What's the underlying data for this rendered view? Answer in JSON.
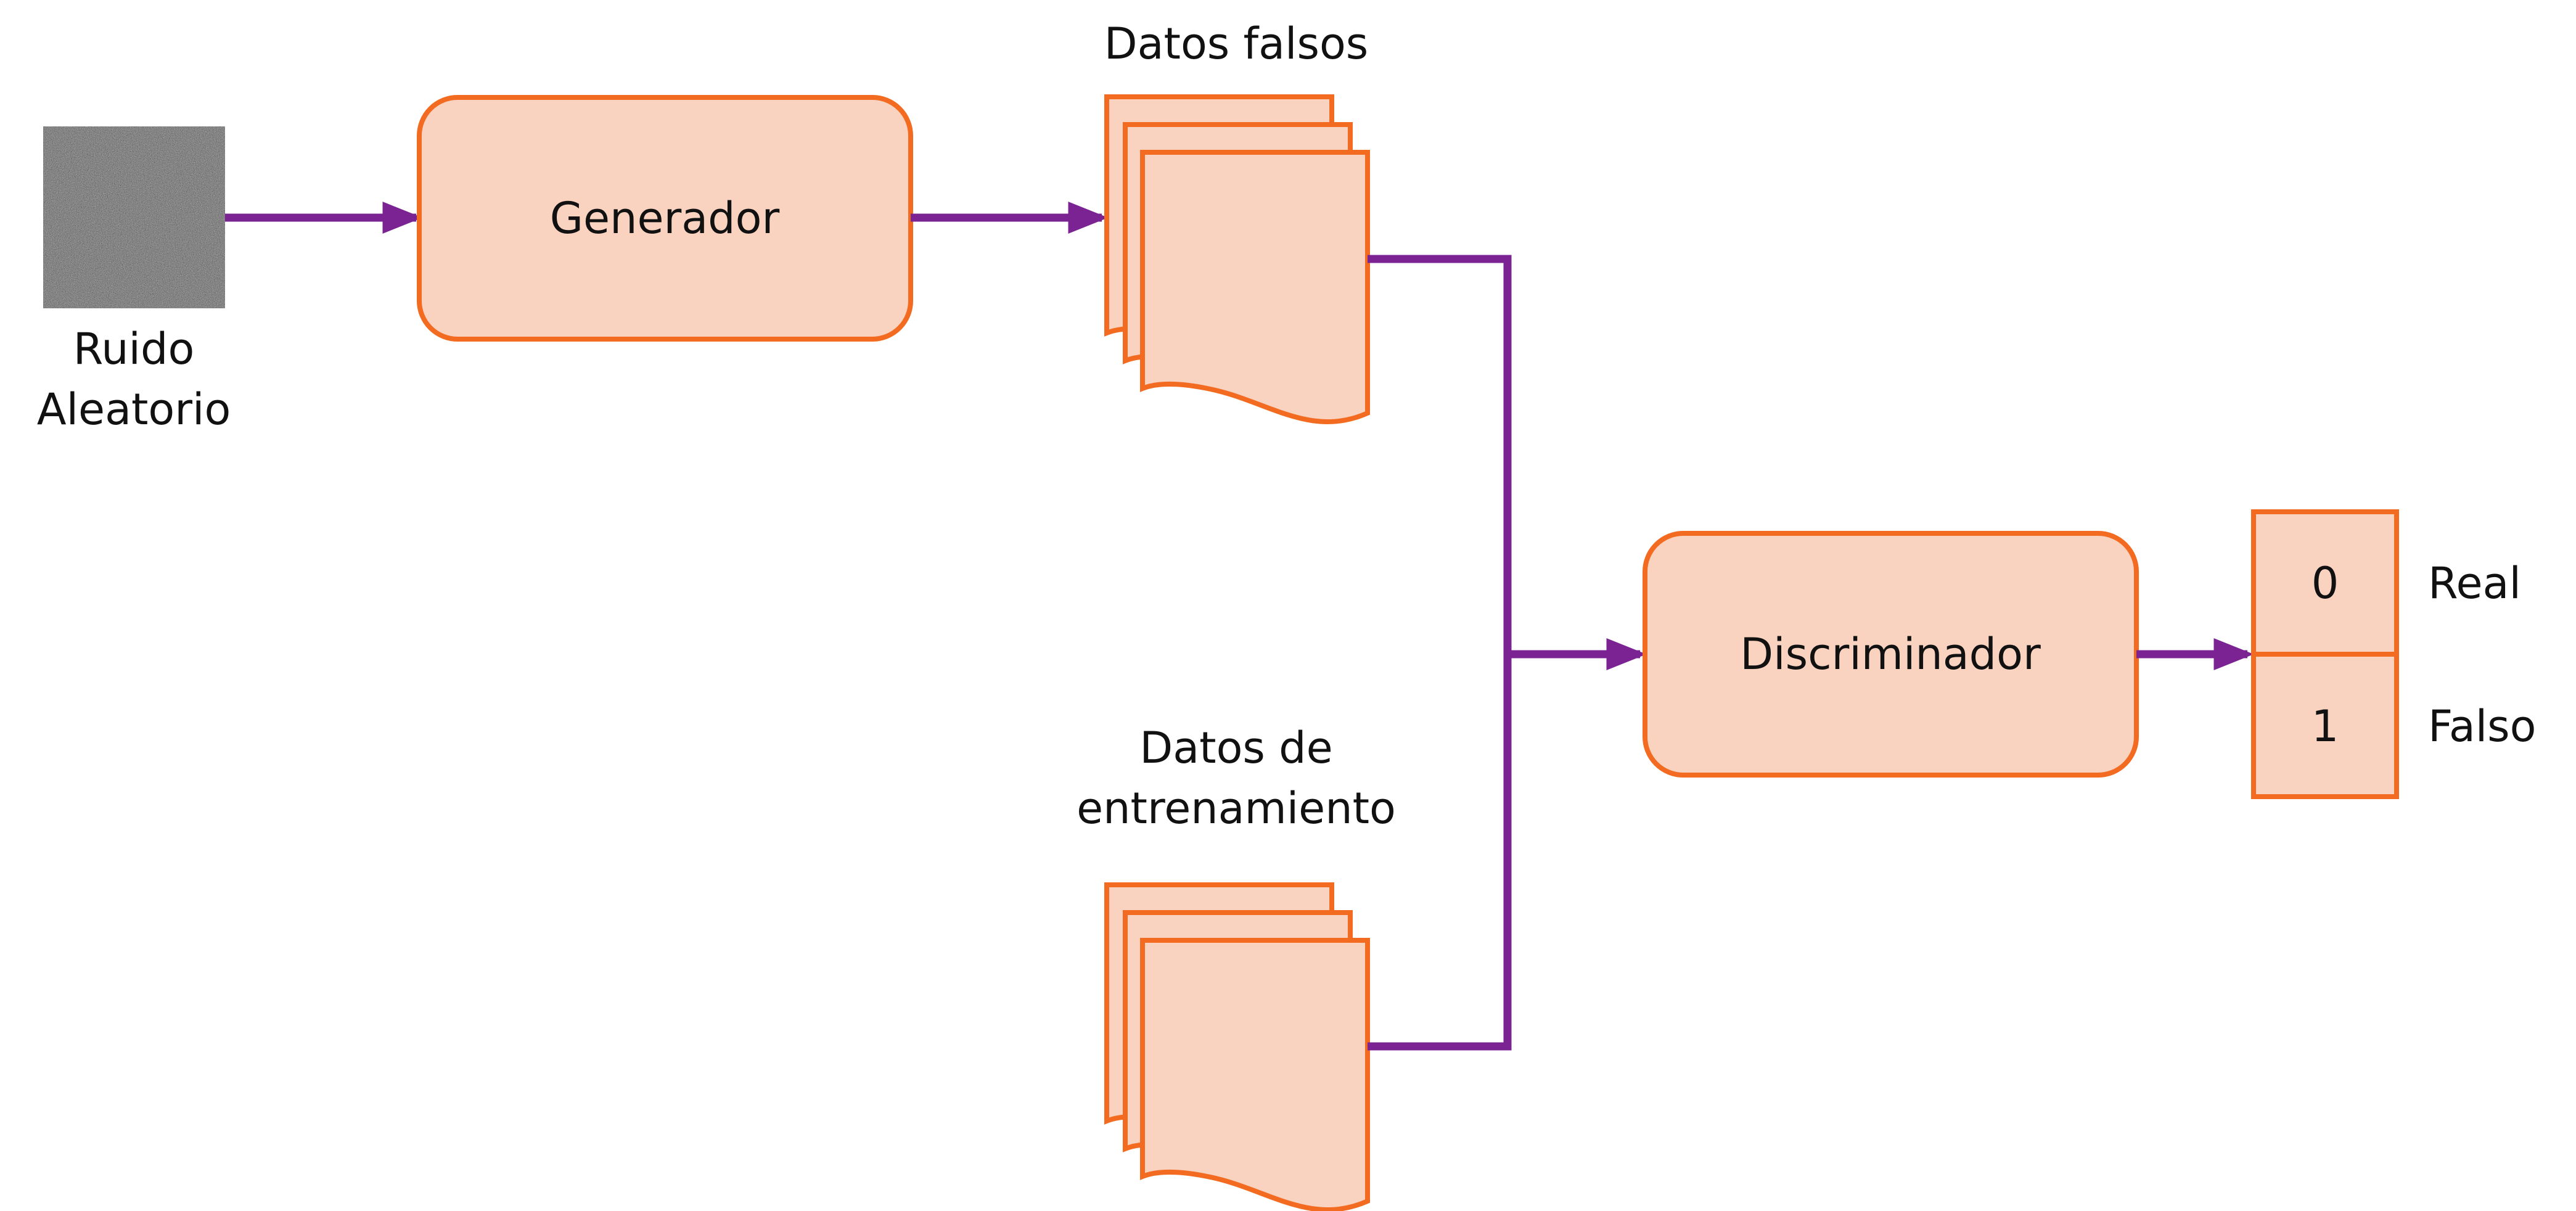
{
  "diagram": {
    "noise_label_line1": "Ruido",
    "noise_label_line2": "Aleatorio",
    "generator_label": "Generador",
    "fake_data_label": "Datos falsos",
    "training_data_label_line1": "Datos de",
    "training_data_label_line2": "entrenamiento",
    "discriminator_label": "Discriminador",
    "output_values": [
      "0",
      "1"
    ],
    "output_labels": [
      "Real",
      "Falso"
    ]
  },
  "colors": {
    "box_fill": "#F9D2C0",
    "box_stroke": "#F26B21",
    "arrow": "#7B2393",
    "noise": "#6b6b6b"
  }
}
